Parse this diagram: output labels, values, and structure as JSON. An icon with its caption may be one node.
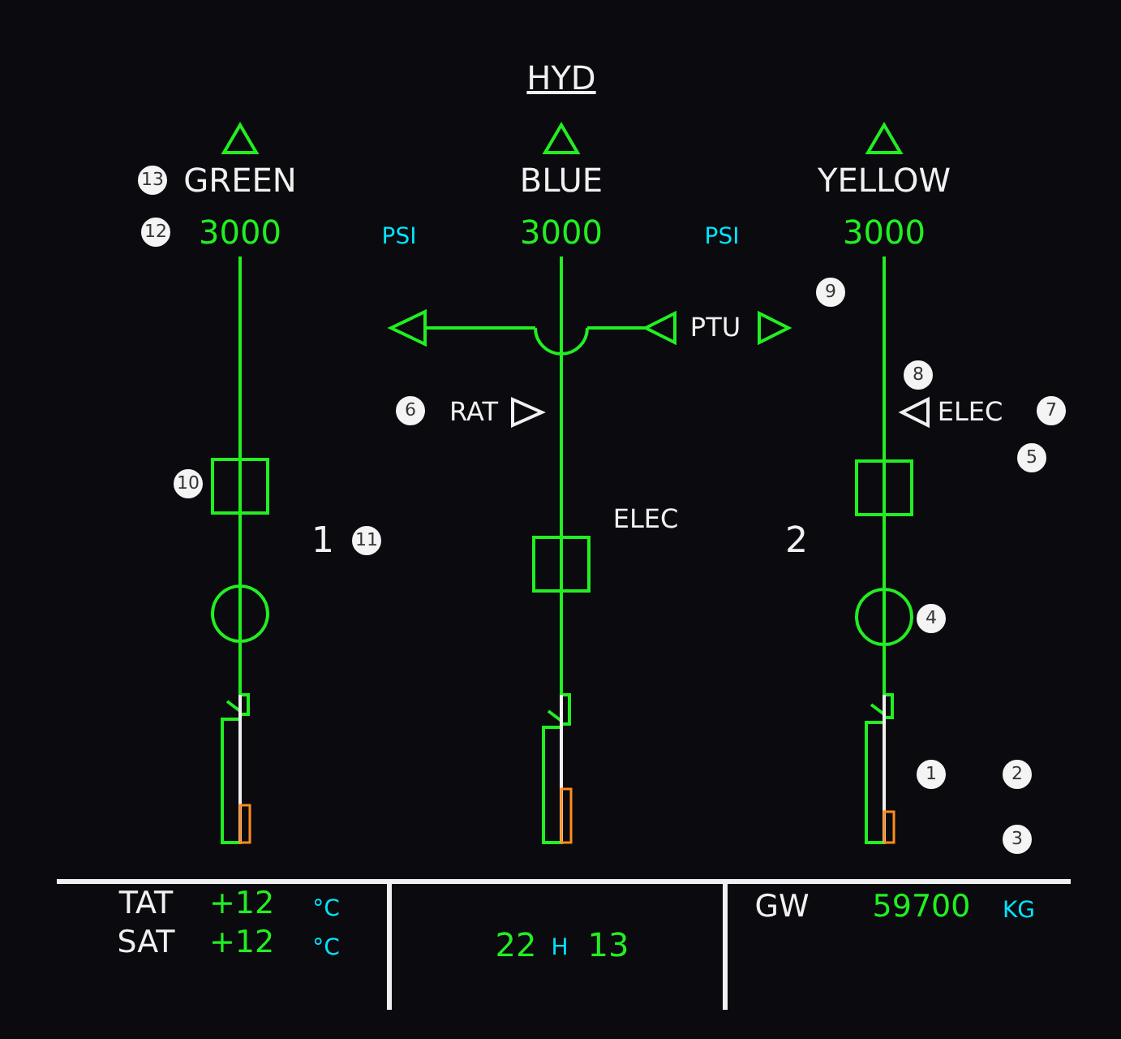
{
  "diagram": {
    "title": "HYD",
    "labels": [
      "13",
      "GREEN",
      "BLUE",
      "YELLOW",
      "12",
      "3000",
      "PSI",
      "3000",
      "PSI",
      "3000",
      "9",
      "PTU",
      "8",
      "6",
      "RAT",
      "ELEC",
      "7",
      "5",
      "10",
      "ELEC",
      "1",
      "11",
      "2",
      "4",
      "1",
      "2",
      "3",
      "TAT",
      "+12",
      "°C",
      "GW",
      "59700",
      "KG",
      "SAT",
      "+12",
      "°C",
      "22",
      "H",
      "13"
    ]
  }
}
